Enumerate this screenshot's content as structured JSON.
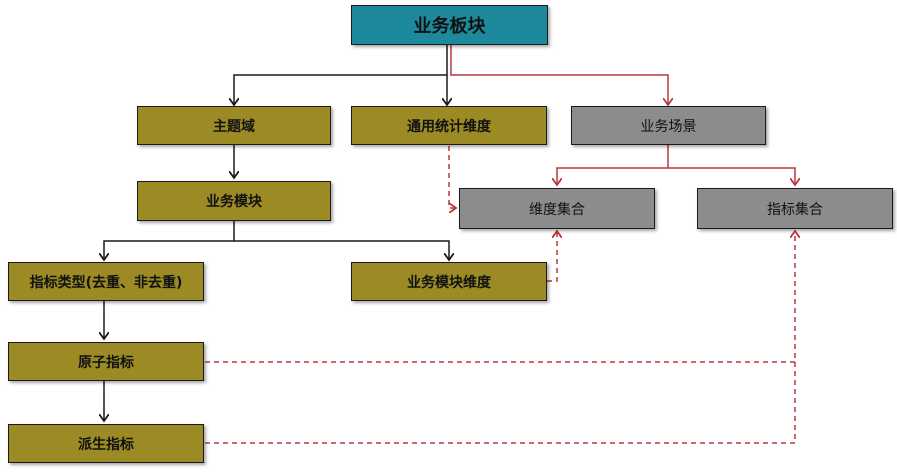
{
  "root": {
    "label": "业务板块",
    "color": "#1c8a9c"
  },
  "nodes": {
    "subject_domain": "主题域",
    "common_dimension": "通用统计维度",
    "business_scenario": "业务场景",
    "business_module": "业务模块",
    "dimension_set": "维度集合",
    "metric_set": "指标集合",
    "metric_type": "指标类型(去重、非去重)",
    "module_dimension": "业务模块维度",
    "atomic_metric": "原子指标",
    "derived_metric": "派生指标"
  },
  "colors": {
    "olive": "#9c8a24",
    "gray": "#8c8c8c",
    "teal": "#1c8a9c",
    "solid_edge": "#1a1a1a",
    "red_edge": "#b8383a"
  }
}
